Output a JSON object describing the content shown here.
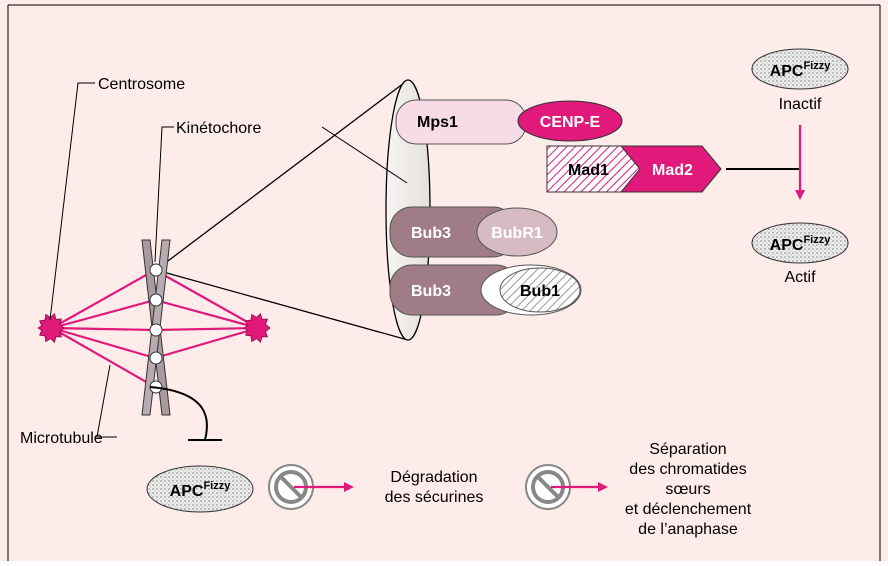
{
  "labels": {
    "centrosome": "Centrosome",
    "kinetochore": "Kinétochore",
    "microtubule": "Microtubule"
  },
  "proteins": {
    "mps1": "Mps1",
    "cenpe": "CENP-E",
    "mad1": "Mad1",
    "mad2": "Mad2",
    "bub3_a": "Bub3",
    "bubr1": "BubR1",
    "bub3_b": "Bub3",
    "bub1": "Bub1"
  },
  "apc": {
    "base": "APC",
    "superscript": "Fizzy",
    "inactive_label": "Inactif",
    "active_label": "Actif"
  },
  "bottom": {
    "step1": [
      "Dégradation",
      "des sécurines"
    ],
    "step2": [
      "Séparation",
      "des chromatides",
      "sœurs",
      "et déclenchement",
      "de l’anaphase"
    ]
  },
  "colors": {
    "background": "#fdecea",
    "magenta": "#e0197a",
    "mauve": "#a07c87",
    "pale_pink": "#f7dbe6",
    "cone": "#ede9e6",
    "apc_fill": "#e4e4e4"
  }
}
